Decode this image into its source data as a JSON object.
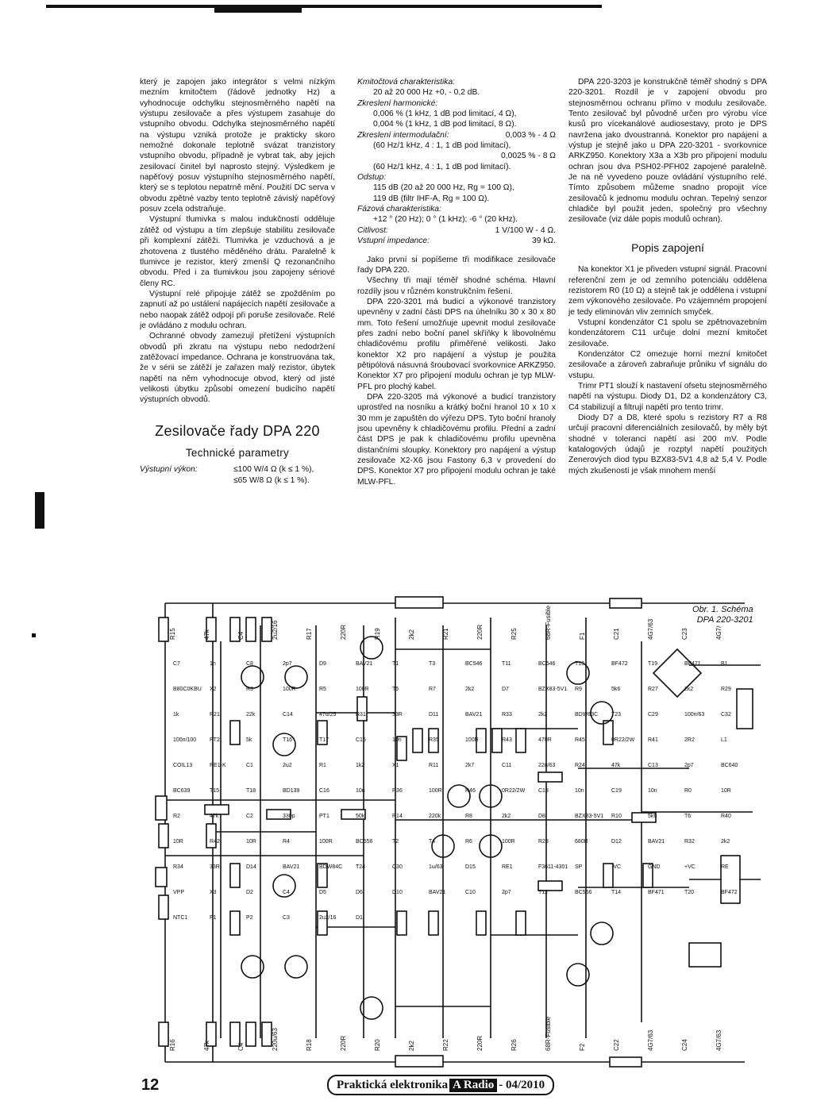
{
  "col1": {
    "paragraphs": [
      "který je zapojen jako integrátor s velmi nízkým mezním kmitočtem (řádově jednotky Hz) a vyhodnocuje odchylku stejnosměrného napětí na výstupu zesilovače a přes výstupem zasahuje do vstupního obvodu. Odchylka stejnosměrného napětí na výstupu vzniká protože je prakticky skoro nemožné dokonale teplotně svázat tranzistory vstupního obvodu, případně je vybrat tak, aby jejich zesilovací činitel byl naprosto stejný. Výsledkem je napěťový posuv výstupního stejnosměrného napětí, který se s teplotou nepatrně mění. Použití DC serva v obvodu zpětné vazby tento teplotně závislý napěťový posuv zcela odstraňuje.",
      "Výstupní tlumivka s malou indukčností odděluje zátěž od výstupu a tím zlepšuje stabilitu zesilovače při komplexní zátěži. Tlumivka je vzduchová a je zhotovena z tlustého měděného drátu. Paralelně k tlumivce je rezistor, který zmenší Q rezonančního obvodu. Před i za tlumivkou jsou zapojeny sériové členy RC.",
      "Výstupní relé připojuje zátěž se zpožděním po zapnutí až po ustálení napájecích napětí zesilovače a nebo naopak zátěž odpojí při poruše zesilovače. Relé je ovládáno z modulu ochran.",
      "Ochranné obvody zamezují přetížení výstupních obvodů při zkratu na výstupu nebo nedodržení zatěžovací impedance. Ochrana je konstruována tak, že v sérii se zátěží je zařazen malý rezistor, úbytek napětí na něm vyhodnocuje obvod, který od jisté velikosti úbytku způsobí omezení budicího napětí výstupních obvodů."
    ],
    "section_title": "Zesilovače řady DPA 220",
    "sub_title": "Technické parametry",
    "power_label": "Výstupní výkon:",
    "power_line1": "≤100 W/4 Ω (k ≤ 1 %),",
    "power_line2": "≤65 W/8 Ω (k ≤ 1 %)."
  },
  "col2": {
    "freq_label": "Kmitočtová charakteristika:",
    "freq_value": "20 až 20 000 Hz +0, - 0,2 dB.",
    "thd_label": "Zkreslení harmonické:",
    "thd_value1": "0,006 % (1 kHz, 1 dB pod limitací, 4 Ω),",
    "thd_value2": "0,004 % (1 kHz, 1 dB pod limitací, 8 Ω).",
    "imd_label": "Zkreslení intermodulační:",
    "imd_value1": "0,003 % - 4 Ω",
    "imd_value2": "(60 Hz/1 kHz, 4 : 1, 1 dB pod limitací),",
    "imd_value3": "0,0025 % - 8 Ω",
    "imd_value4": "(60 Hz/1 kHz, 4 : 1, 1 dB pod limitací).",
    "snr_label": "Odstup:",
    "snr_value1": "115 dB (20 až 20 000 Hz, Rg = 100 Ω),",
    "snr_value2": "119 dB (filtr IHF-A, Rg = 100 Ω).",
    "phase_label": "Fázová charakteristika:",
    "phase_value": "+12 ° (20 Hz); 0 ° (1 kHz); -6 ° (20 kHz).",
    "sens_label": "Citlivost:",
    "sens_value": "1 V/100 W - 4 Ω.",
    "imp_label": "Vstupní impedance:",
    "imp_value": "39 kΩ.",
    "paragraphs": [
      "Jako první si popíšeme tři modifikace zesilovače řady DPA 220.",
      "Všechny tři mají téměř shodné schéma. Hlavní rozdíly jsou v různém konstrukčním řešení.",
      "DPA 220-3201 má budicí a výkonové tranzistory upevněny v zadní části DPS na úhelníku 30 x 30 x 80 mm. Toto řešení umožňuje upevnit modul zesilovače přes zadní nebo boční panel skříňky k libovolnému chladičovému profilu přiměřené velikosti. Jako konektor X2 pro napájení a výstup je použita pětipólová násuvná šroubovací svorkovnice ARKZ950. Konektor X7 pro připojení modulu ochran je typ MLW-PFL pro plochý kabel.",
      "DPA 220-3205 má výkonové a budicí tranzistory uprostřed na nosníku a krátký boční hranol 10 x 10 x 30 mm je zapuštěn do výřezu DPS. Tyto boční hranoly jsou upevněny k chladičovému profilu. Přední a zadní část DPS je pak k chladičovému profilu upevněna distančními sloupky. Konektory pro napájení a výstup zesilovače X2-X6 jsou Fastony 6,3 v provedení do DPS. Konektor X7 pro připojení modulu ochran je také MLW-PFL."
    ]
  },
  "col3": {
    "paragraphs": [
      "DPA 220-3203 je konstrukčně téměř shodný s DPA 220-3201. Rozdíl je v zapojení obvodu pro stejnosměrnou ochranu přímo v modulu zesilovače. Tento zesilovač byl původně určen pro výrobu více kusů pro vícekanálové audiosestavy, proto je DPS navržena jako dvoustranná. Konektor pro napájení a výstup je stejně jako u DPA 220-3201 - svorkovnice ARKZ950. Konektory X3a a X3b pro připojení modulu ochran jsou dva PSH02-PFH02 zapojené paralelně. Je na ně vyvedeno pouze ovládání výstupního relé. Tímto způsobem můžeme snadno propojit více zesilovačů k jednomu modulu ochran. Tepelný senzor chladiče byl použit jeden, společný pro všechny zesilovače (viz dále popis modulů ochran)."
    ],
    "popis_title": "Popis zapojení",
    "popis_paragraphs": [
      "Na konektor X1 je přiveden vstupní signál. Pracovní referenční zem je od zemního potenciálu oddělena rezistorem R0 (10 Ω) a stejně tak je oddělena i vstupní zem výkonového zesilovače. Po vzájemném propojení je tedy eliminován vliv zemních smyček.",
      "Vstupní kondenzátor C1 spolu se zpětnovazebním kondenzátorem C11 určuje dolní mezní kmitočet zesilovače.",
      "Kondenzátor C2 omezuje horní mezní kmitočet zesilovače a zároveň zabraňuje průniku vf signálu do vstupu.",
      "Trimr PT1 slouží k nastavení ofsetu stejnosměrného napětí na výstupu. Diody D1, D2 a kondenzátory C3, C4 stabilizují a filtrují napětí pro tento trimr.",
      "Diody D7 a D8, které spolu s rezistory R7 a R8 určují pracovní diferenciálních zesilovačů, by měly být shodné v toleranci napětí asi 200 mV. Podle katalogových údajů je rozptyl napětí použitých Zenerových diod typu BZX83-5V1 4,8 až 5,4 V. Podle mých zkušeností je však mnohem menší"
    ]
  },
  "figure": {
    "caption_line1": "Obr. 1. Schéma",
    "caption_line2": "DPA 220-3201"
  },
  "schematic": {
    "top_labels": [
      "R15",
      "47k",
      "C4",
      "2u2/16",
      "R17",
      "220R",
      "R19",
      "2k2",
      "R21",
      "220R",
      "R25",
      "68R-Fusible",
      "F1",
      "C21",
      "4G7/63",
      "C23",
      "4G7/63"
    ],
    "bottom_labels": [
      "R16",
      "47k",
      "C4",
      "220u/63",
      "R18",
      "220R",
      "R20",
      "2k2",
      "R22",
      "220R",
      "R26",
      "68R-Fusible",
      "F2",
      "C22",
      "4G7/63",
      "C24",
      "4G7/63"
    ],
    "component_labels": [
      "C7",
      "1n",
      "C8",
      "2p7",
      "D9",
      "BAV21",
      "T1",
      "T3",
      "BC546",
      "T11",
      "BC546",
      "T13",
      "BF472",
      "T19",
      "BF471",
      "B1",
      "B80C0KBU",
      "X2",
      "R3",
      "100R",
      "R5",
      "100R",
      "T5",
      "R7",
      "2k2",
      "D7",
      "BZX83-5V1",
      "R9",
      "5k6",
      "R27",
      "2k2",
      "R29",
      "1k",
      "R21",
      "22k",
      "C14",
      "47u/25",
      "R31",
      "33R",
      "D11",
      "BAV21",
      "R33",
      "2k2",
      "BDW83C",
      "T23",
      "C29",
      "100n/63",
      "C32",
      "100n/100",
      "PT2",
      "5k",
      "T16",
      "T17",
      "C15",
      "10n",
      "R35",
      "100R",
      "R43",
      "470R",
      "R45",
      "0R22/2W",
      "R41",
      "2R2",
      "L1",
      "COIL13",
      "RE1-K",
      "C1",
      "2u2",
      "R1",
      "1k2",
      "X1",
      "R11",
      "2k7",
      "C11",
      "22u/63",
      "R24",
      "47k",
      "C13",
      "2p7",
      "BC640",
      "BC639",
      "T15",
      "T18",
      "BD139",
      "C16",
      "10n",
      "R36",
      "100R",
      "R46",
      "0R22/2W",
      "C18",
      "10n",
      "C19",
      "10n",
      "R0",
      "10R",
      "R2",
      "47k",
      "C2",
      "330p",
      "PT1",
      "50k",
      "R14",
      "220k",
      "R8",
      "2k2",
      "D8",
      "BZX83-5V1",
      "R10",
      "5k6",
      "T6",
      "R40",
      "10R",
      "R42",
      "10R",
      "R4",
      "100R",
      "BC556",
      "T2",
      "T4",
      "R6",
      "100R",
      "R28",
      "680R",
      "D12",
      "BAV21",
      "R32",
      "2k2",
      "R34",
      "33R",
      "D14",
      "BAV21",
      "BDW84C",
      "T24",
      "C30",
      "1u/63",
      "D15",
      "RE1",
      "F3611-4301",
      "SP",
      "-VC",
      "GND",
      "+VC",
      "RE",
      "VPP",
      "X3",
      "D2",
      "C4",
      "D5",
      "D6",
      "D10",
      "BAV21",
      "C10",
      "2p7",
      "T12",
      "BC556",
      "T14",
      "BF471",
      "T20",
      "BF472",
      "NTC1",
      "P1",
      "P2",
      "C3",
      "2u2/16",
      "D1"
    ]
  },
  "footer": {
    "page_number": "12",
    "banner_left": "Praktická elektronika",
    "banner_middle": "A Radio",
    "banner_right": "- 04/2010"
  }
}
